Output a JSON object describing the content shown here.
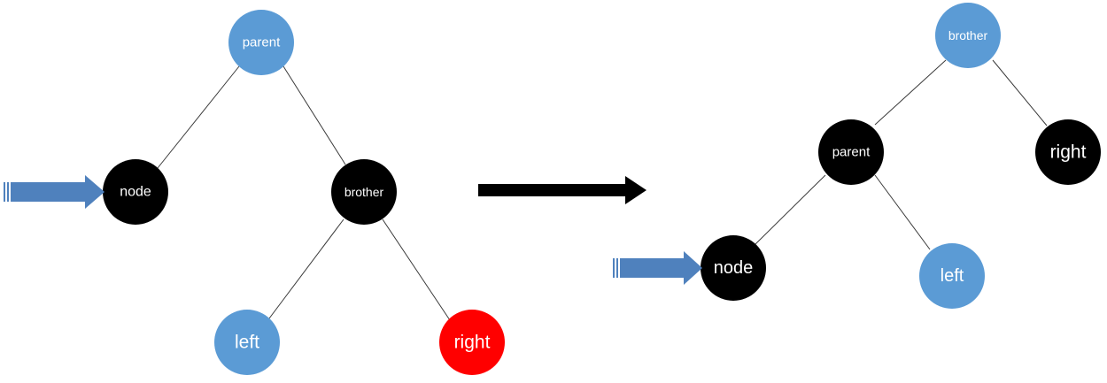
{
  "colors": {
    "blue": "#5b9bd5",
    "black": "#000000",
    "red": "#ff0000",
    "arrow_blue": "#4f81bd",
    "edge": "#3a3a3a",
    "text": "#ffffff"
  },
  "before": {
    "parent": "parent",
    "node": "node",
    "brother": "brother",
    "left": "left",
    "right": "right"
  },
  "after": {
    "brother": "brother",
    "parent": "parent",
    "right": "right",
    "node": "node",
    "left": "left"
  }
}
